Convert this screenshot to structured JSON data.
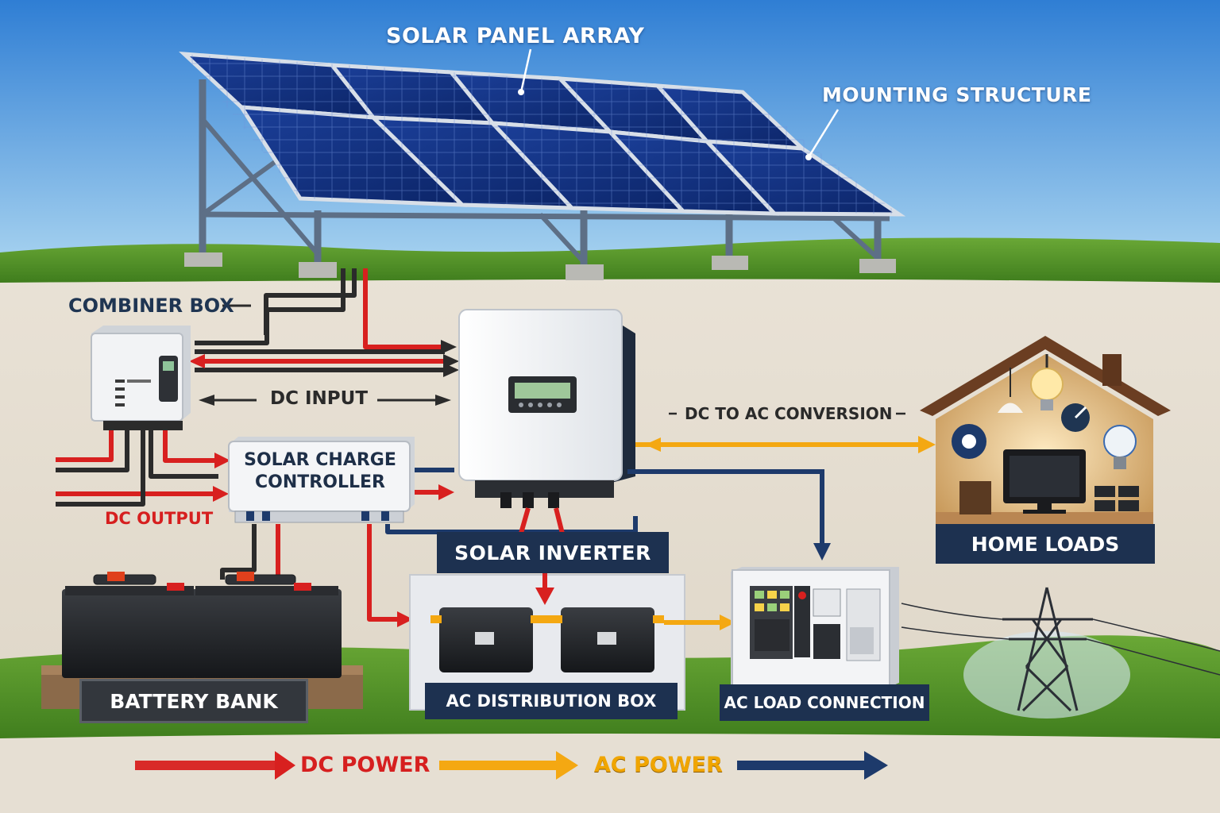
{
  "labels": {
    "solar_panel_array": "SOLAR PANEL ARRAY",
    "mounting_structure": "MOUNTING STRUCTURE",
    "combiner_box": "COMBINER BOX",
    "dc_input": "DC INPUT",
    "solar_charge_controller_line1": "SOLAR CHARGE",
    "solar_charge_controller_line2": "CONTROLLER",
    "dc_output": "DC OUTPUT",
    "dc_to_ac_conversion": "DC TO AC CONVERSION",
    "solar_inverter": "SOLAR INVERTER",
    "home_loads": "HOME LOADS",
    "battery_bank": "BATTERY BANK",
    "ac_distribution_box": "AC DISTRIBUTION BOX",
    "ac_load_connection": "AC LOAD CONNECTION"
  },
  "legend": {
    "dc_power": "DC POWER",
    "ac_power": "AC POWER"
  },
  "colors": {
    "dc_wire": "#d8201f",
    "neg_wire": "#2b2b2b",
    "ac_wire": "#f4a812",
    "grid_wire": "#1d3a6b",
    "label_navy": "#1f3552",
    "sky_top": "#2d7fd3",
    "grass": "#5a9a2c"
  },
  "icons": [
    "solar-panel-icon",
    "inverter-icon",
    "battery-icon",
    "house-icon",
    "light-bulb-icon",
    "television-icon",
    "power-pylon-icon",
    "breaker-panel-icon"
  ]
}
